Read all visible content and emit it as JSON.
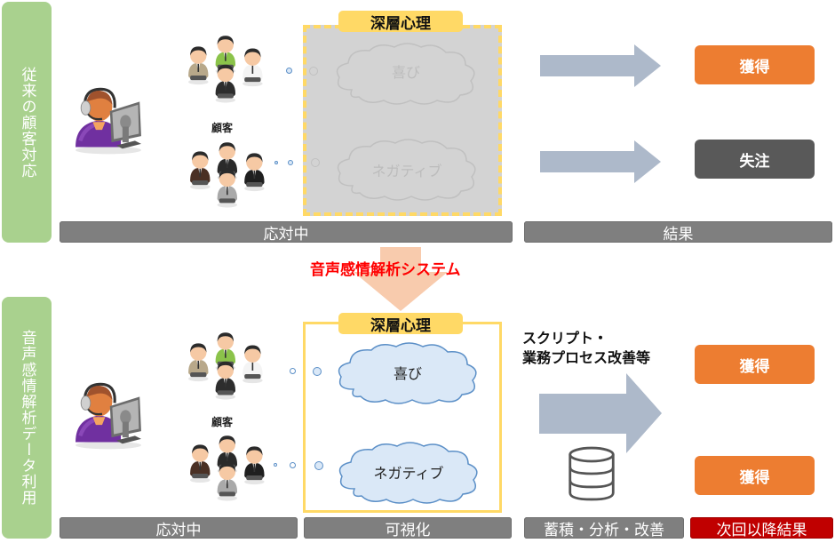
{
  "top_section": {
    "side_label": "従来の顧客対応",
    "customer_label": "顧客",
    "frame_title": "深層心理",
    "clouds": [
      {
        "label": "喜び"
      },
      {
        "label": "ネガティブ"
      }
    ],
    "results": [
      {
        "label": "獲得",
        "color": "#ed7d31"
      },
      {
        "label": "失注",
        "color": "#595959"
      }
    ],
    "bars": {
      "responding": "応対中",
      "result": "結果"
    }
  },
  "system": {
    "label": "音声感情解析システム",
    "arrow_color": "#f8cbad",
    "label_color": "#ff0000"
  },
  "bottom_section": {
    "side_label": "音声感情解析データ利用",
    "customer_label": "顧客",
    "frame_title": "深層心理",
    "clouds": [
      {
        "label": "喜び"
      },
      {
        "label": "ネガティブ"
      }
    ],
    "improvement": {
      "line1": "スクリプト・",
      "line2": "業務プロセス改善等"
    },
    "results": [
      {
        "label": "獲得",
        "color": "#ed7d31"
      },
      {
        "label": "獲得",
        "color": "#ed7d31"
      }
    ],
    "bars": {
      "responding": "応対中",
      "visualize": "可視化",
      "accumulate": "蓄積・分析・改善",
      "next_result": "次回以降結果"
    }
  },
  "colors": {
    "side_label_bg": "#a9d18e",
    "bar_gray": "#7f7f7f",
    "bar_red": "#c00000",
    "frame_yellow": "#ffd966",
    "arrow_blue_gray": "#adb9ca",
    "cloud_fill": "#dae8f7",
    "cloud_stroke": "#2e75b6"
  }
}
